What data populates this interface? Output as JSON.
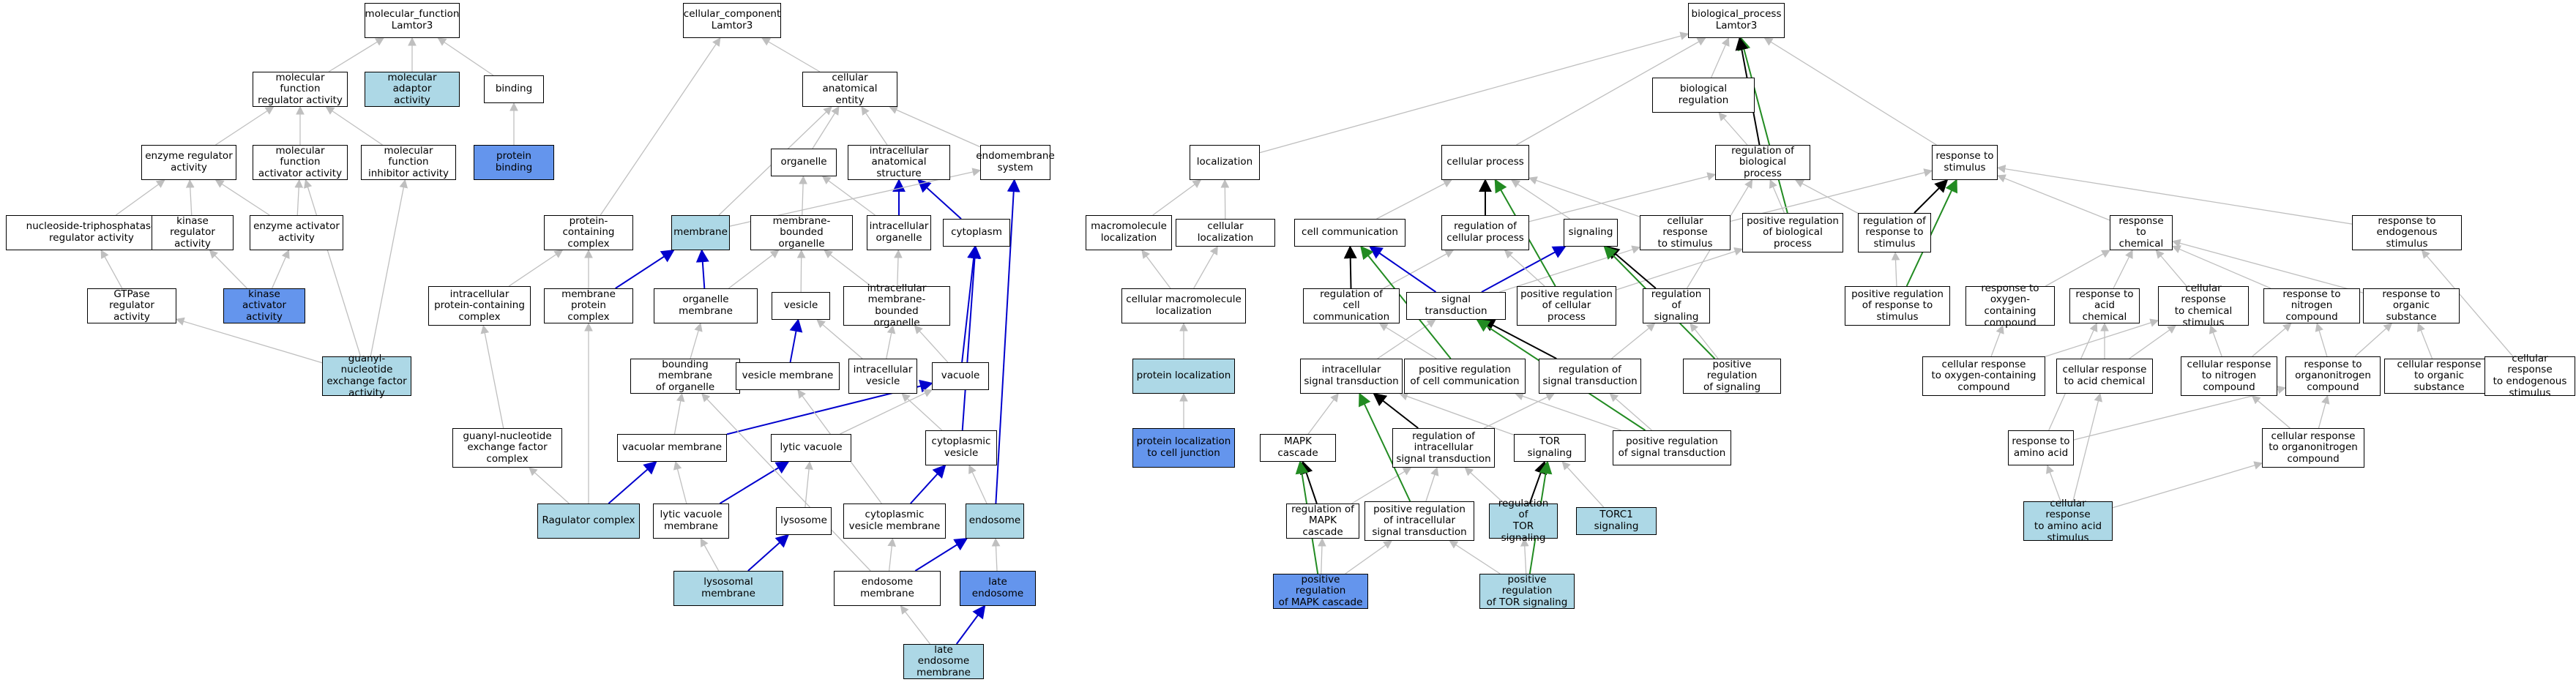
{
  "colors": {
    "white": "#ffffff",
    "light": "#add8e6",
    "blue": "#6495ed",
    "edge_gray": "#bfbfbf",
    "edge_blue": "#0000cd",
    "edge_green": "#228b22",
    "edge_black": "#000000"
  },
  "nodes": {
    "mf_root": {
      "label": "molecular_function\nLamtor3",
      "fill": "white"
    },
    "mf_reg": {
      "label": "molecular function\nregulator activity",
      "fill": "white"
    },
    "mol_adaptor": {
      "label": "molecular adaptor\nactivity",
      "fill": "light"
    },
    "binding": {
      "label": "binding",
      "fill": "white"
    },
    "protein_binding": {
      "label": "protein binding",
      "fill": "blue"
    },
    "enz_reg": {
      "label": "enzyme regulator\nactivity",
      "fill": "white"
    },
    "mf_act": {
      "label": "molecular function\nactivator activity",
      "fill": "white"
    },
    "mf_inh": {
      "label": "molecular function\ninhibitor activity",
      "fill": "white"
    },
    "ntp_reg": {
      "label": "nucleoside-triphosphatase\nregulator activity",
      "fill": "white"
    },
    "kin_reg": {
      "label": "kinase regulator\nactivity",
      "fill": "white"
    },
    "enz_act": {
      "label": "enzyme activator\nactivity",
      "fill": "white"
    },
    "gtpase_reg": {
      "label": "GTPase regulator\nactivity",
      "fill": "white"
    },
    "kin_act": {
      "label": "kinase activator\nactivity",
      "fill": "blue"
    },
    "gnef": {
      "label": "guanyl-nucleotide\nexchange factor\nactivity",
      "fill": "light"
    },
    "cc_root": {
      "label": "cellular_component\nLamtor3",
      "fill": "white"
    },
    "cae": {
      "label": "cellular anatomical\nentity",
      "fill": "white"
    },
    "organelle": {
      "label": "organelle",
      "fill": "white"
    },
    "ias": {
      "label": "intracellular\nanatomical structure",
      "fill": "white"
    },
    "endomem_sys": {
      "label": "endomembrane\nsystem",
      "fill": "white"
    },
    "prot_complex": {
      "label": "protein-containing\ncomplex",
      "fill": "white"
    },
    "membrane": {
      "label": "membrane",
      "fill": "light"
    },
    "mbo": {
      "label": "membrane-bounded\norganelle",
      "fill": "white"
    },
    "ic_org": {
      "label": "intracellular\norganelle",
      "fill": "white"
    },
    "cytoplasm": {
      "label": "cytoplasm",
      "fill": "white"
    },
    "ic_pcc": {
      "label": "intracellular\nprotein-containing\ncomplex",
      "fill": "white"
    },
    "mpc": {
      "label": "membrane protein\ncomplex",
      "fill": "white"
    },
    "org_mem": {
      "label": "organelle membrane",
      "fill": "white"
    },
    "vesicle": {
      "label": "vesicle",
      "fill": "white"
    },
    "imbo": {
      "label": "intracellular\nmembrane-bounded\norganelle",
      "fill": "white"
    },
    "bound_mem": {
      "label": "bounding membrane\nof organelle",
      "fill": "white"
    },
    "ves_mem": {
      "label": "vesicle membrane",
      "fill": "white"
    },
    "ic_ves": {
      "label": "intracellular\nvesicle",
      "fill": "white"
    },
    "vacuole": {
      "label": "vacuole",
      "fill": "white"
    },
    "gnef_complex": {
      "label": "guanyl-nucleotide\nexchange factor\ncomplex",
      "fill": "white"
    },
    "vac_mem": {
      "label": "vacuolar membrane",
      "fill": "white"
    },
    "lytic_vac": {
      "label": "lytic vacuole",
      "fill": "white"
    },
    "cyt_ves": {
      "label": "cytoplasmic\nvesicle",
      "fill": "white"
    },
    "ragulator": {
      "label": "Ragulator complex",
      "fill": "light"
    },
    "lytic_vac_mem": {
      "label": "lytic vacuole\nmembrane",
      "fill": "white"
    },
    "lysosome": {
      "label": "lysosome",
      "fill": "white"
    },
    "cyt_ves_mem": {
      "label": "cytoplasmic\nvesicle membrane",
      "fill": "white"
    },
    "endosome": {
      "label": "endosome",
      "fill": "light"
    },
    "lys_mem": {
      "label": "lysosomal membrane",
      "fill": "light"
    },
    "endo_mem": {
      "label": "endosome membrane",
      "fill": "white"
    },
    "late_endo": {
      "label": "late endosome",
      "fill": "blue"
    },
    "late_endo_mem": {
      "label": "late endosome\nmembrane",
      "fill": "light"
    },
    "localization": {
      "label": "localization",
      "fill": "white"
    },
    "macro_loc": {
      "label": "macromolecule\nlocalization",
      "fill": "white"
    },
    "cell_loc": {
      "label": "cellular localization",
      "fill": "white"
    },
    "cell_macro_loc": {
      "label": "cellular macromolecule\nlocalization",
      "fill": "white"
    },
    "prot_loc": {
      "label": "protein localization",
      "fill": "light"
    },
    "prot_loc_cj": {
      "label": "protein localization\nto cell junction",
      "fill": "blue"
    },
    "bp_root": {
      "label": "biological_process\nLamtor3",
      "fill": "white"
    },
    "bio_reg": {
      "label": "biological regulation",
      "fill": "white"
    },
    "cell_proc": {
      "label": "cellular process",
      "fill": "white"
    },
    "reg_bp": {
      "label": "regulation of\nbiological process",
      "fill": "white"
    },
    "resp_stim": {
      "label": "response to\nstimulus",
      "fill": "white"
    },
    "cell_comm": {
      "label": "cell communication",
      "fill": "white"
    },
    "reg_cp": {
      "label": "regulation of\ncellular process",
      "fill": "white"
    },
    "signaling": {
      "label": "signaling",
      "fill": "white"
    },
    "cell_resp_stim": {
      "label": "cellular response\nto stimulus",
      "fill": "white"
    },
    "pos_reg_bp": {
      "label": "positive regulation\nof biological\nprocess",
      "fill": "white"
    },
    "reg_resp_stim": {
      "label": "regulation of\nresponse to\nstimulus",
      "fill": "white"
    },
    "resp_chem": {
      "label": "response to\nchemical",
      "fill": "white"
    },
    "resp_endo_stim": {
      "label": "response to\nendogenous stimulus",
      "fill": "white"
    },
    "reg_cell_comm": {
      "label": "regulation of\ncell communication",
      "fill": "white"
    },
    "sig_trans": {
      "label": "signal transduction",
      "fill": "white"
    },
    "pos_reg_cp": {
      "label": "positive regulation\nof cellular\nprocess",
      "fill": "white"
    },
    "reg_sig": {
      "label": "regulation of\nsignaling",
      "fill": "white"
    },
    "pos_reg_resp_stim": {
      "label": "positive regulation\nof response to\nstimulus",
      "fill": "white"
    },
    "resp_ocomp": {
      "label": "response to\noxygen-containing\ncompound",
      "fill": "white"
    },
    "resp_acid": {
      "label": "response to\nacid chemical",
      "fill": "white"
    },
    "cell_resp_chem": {
      "label": "cellular response\nto chemical\nstimulus",
      "fill": "white"
    },
    "resp_ncomp": {
      "label": "response to\nnitrogen compound",
      "fill": "white"
    },
    "resp_org_sub": {
      "label": "response to\norganic substance",
      "fill": "white"
    },
    "ic_sig_trans": {
      "label": "intracellular\nsignal transduction",
      "fill": "white"
    },
    "pos_reg_cell_comm": {
      "label": "positive regulation\nof cell communication",
      "fill": "white"
    },
    "reg_sig_trans": {
      "label": "regulation of\nsignal transduction",
      "fill": "white"
    },
    "pos_reg_sig": {
      "label": "positive regulation\nof signaling",
      "fill": "white"
    },
    "cell_resp_ocomp": {
      "label": "cellular response\nto oxygen-containing\ncompound",
      "fill": "white"
    },
    "cell_resp_acid": {
      "label": "cellular response\nto acid chemical",
      "fill": "white"
    },
    "cell_resp_ncomp": {
      "label": "cellular response\nto nitrogen\ncompound",
      "fill": "white"
    },
    "resp_orgn_comp": {
      "label": "response to\norganonitrogen\ncompound",
      "fill": "white"
    },
    "cell_resp_org_sub": {
      "label": "cellular response\nto organic substance",
      "fill": "white"
    },
    "cell_resp_endo": {
      "label": "cellular response\nto endogenous\nstimulus",
      "fill": "white"
    },
    "mapk": {
      "label": "MAPK cascade",
      "fill": "white"
    },
    "reg_ic_sig": {
      "label": "regulation of\nintracellular\nsignal transduction",
      "fill": "white"
    },
    "tor_sig": {
      "label": "TOR signaling",
      "fill": "white"
    },
    "pos_reg_sig_trans": {
      "label": "positive regulation\nof signal transduction",
      "fill": "white"
    },
    "resp_aa": {
      "label": "response to\namino acid",
      "fill": "white"
    },
    "cell_resp_orgn": {
      "label": "cellular response\nto organonitrogen\ncompound",
      "fill": "white"
    },
    "reg_mapk": {
      "label": "regulation of\nMAPK cascade",
      "fill": "white"
    },
    "pos_reg_ic_sig": {
      "label": "positive regulation\nof intracellular\nsignal transduction",
      "fill": "white"
    },
    "reg_tor": {
      "label": "regulation of\nTOR signaling",
      "fill": "light"
    },
    "torc1": {
      "label": "TORC1 signaling",
      "fill": "light"
    },
    "cell_resp_aa": {
      "label": "cellular response\nto amino acid\nstimulus",
      "fill": "light"
    },
    "pos_reg_mapk": {
      "label": "positive regulation\nof MAPK cascade",
      "fill": "blue"
    },
    "pos_reg_tor": {
      "label": "positive regulation\nof TOR signaling",
      "fill": "light"
    }
  },
  "edges": [
    [
      "mf_reg",
      "mf_root",
      "gray"
    ],
    [
      "mol_adaptor",
      "mf_root",
      "gray"
    ],
    [
      "binding",
      "mf_root",
      "gray"
    ],
    [
      "protein_binding",
      "binding",
      "gray"
    ],
    [
      "enz_reg",
      "mf_reg",
      "gray"
    ],
    [
      "mf_act",
      "mf_reg",
      "gray"
    ],
    [
      "mf_inh",
      "mf_reg",
      "gray"
    ],
    [
      "ntp_reg",
      "enz_reg",
      "gray"
    ],
    [
      "kin_reg",
      "enz_reg",
      "gray"
    ],
    [
      "enz_act",
      "enz_reg",
      "gray"
    ],
    [
      "enz_act",
      "mf_act",
      "gray"
    ],
    [
      "gtpase_reg",
      "ntp_reg",
      "gray"
    ],
    [
      "kin_act",
      "kin_reg",
      "gray"
    ],
    [
      "kin_act",
      "enz_act",
      "gray"
    ],
    [
      "gnef",
      "gtpase_reg",
      "gray"
    ],
    [
      "gnef",
      "mf_act",
      "gray"
    ],
    [
      "gnef",
      "mf_inh",
      "gray"
    ],
    [
      "cae",
      "cc_root",
      "gray"
    ],
    [
      "prot_complex",
      "cc_root",
      "gray"
    ],
    [
      "endomem_sys",
      "cae",
      "gray"
    ],
    [
      "organelle",
      "cae",
      "gray"
    ],
    [
      "ias",
      "cae",
      "gray"
    ],
    [
      "membrane",
      "cae",
      "gray"
    ],
    [
      "mbo",
      "organelle",
      "gray"
    ],
    [
      "ic_org",
      "organelle",
      "gray"
    ],
    [
      "ic_org",
      "ias",
      "blue"
    ],
    [
      "cytoplasm",
      "ias",
      "blue"
    ],
    [
      "membrane",
      "endomem_sys",
      "gray"
    ],
    [
      "ic_pcc",
      "prot_complex",
      "gray"
    ],
    [
      "mpc",
      "prot_complex",
      "gray"
    ],
    [
      "mpc",
      "membrane",
      "blue"
    ],
    [
      "org_mem",
      "membrane",
      "blue"
    ],
    [
      "org_mem",
      "mbo",
      "gray"
    ],
    [
      "vesicle",
      "mbo",
      "gray"
    ],
    [
      "imbo",
      "mbo",
      "gray"
    ],
    [
      "imbo",
      "ic_org",
      "gray"
    ],
    [
      "bound_mem",
      "org_mem",
      "gray"
    ],
    [
      "ves_mem",
      "vesicle",
      "blue"
    ],
    [
      "ic_ves",
      "vesicle",
      "gray"
    ],
    [
      "ic_ves",
      "imbo",
      "gray"
    ],
    [
      "vacuole",
      "imbo",
      "gray"
    ],
    [
      "vacuole",
      "cytoplasm",
      "blue"
    ],
    [
      "gnef_complex",
      "ic_pcc",
      "gray"
    ],
    [
      "vac_mem",
      "bound_mem",
      "gray"
    ],
    [
      "vac_mem",
      "vacuole",
      "blue"
    ],
    [
      "lytic_vac",
      "vacuole",
      "gray"
    ],
    [
      "cyt_ves",
      "ic_ves",
      "gray"
    ],
    [
      "cyt_ves",
      "cytoplasm",
      "blue"
    ],
    [
      "ragulator",
      "gnef_complex",
      "gray"
    ],
    [
      "ragulator",
      "mpc",
      "gray"
    ],
    [
      "ragulator",
      "vac_mem",
      "blue"
    ],
    [
      "lytic_vac_mem",
      "vac_mem",
      "gray"
    ],
    [
      "lytic_vac_mem",
      "lytic_vac",
      "blue"
    ],
    [
      "lysosome",
      "lytic_vac",
      "gray"
    ],
    [
      "cyt_ves_mem",
      "ves_mem",
      "gray"
    ],
    [
      "cyt_ves_mem",
      "cyt_ves",
      "blue"
    ],
    [
      "endosome",
      "cyt_ves",
      "gray"
    ],
    [
      "endosome",
      "endomem_sys",
      "blue"
    ],
    [
      "lys_mem",
      "lytic_vac_mem",
      "gray"
    ],
    [
      "lys_mem",
      "lysosome",
      "blue"
    ],
    [
      "endo_mem",
      "cyt_ves_mem",
      "gray"
    ],
    [
      "endo_mem",
      "endosome",
      "blue"
    ],
    [
      "endo_mem",
      "bound_mem",
      "gray"
    ],
    [
      "late_endo",
      "endosome",
      "gray"
    ],
    [
      "late_endo_mem",
      "endo_mem",
      "gray"
    ],
    [
      "late_endo_mem",
      "late_endo",
      "blue"
    ],
    [
      "localization",
      "bp_root",
      "gray"
    ],
    [
      "macro_loc",
      "localization",
      "gray"
    ],
    [
      "cell_loc",
      "localization",
      "gray"
    ],
    [
      "cell_macro_loc",
      "macro_loc",
      "gray"
    ],
    [
      "cell_macro_loc",
      "cell_loc",
      "gray"
    ],
    [
      "prot_loc",
      "cell_macro_loc",
      "gray"
    ],
    [
      "prot_loc_cj",
      "prot_loc",
      "gray"
    ],
    [
      "bio_reg",
      "bp_root",
      "gray"
    ],
    [
      "cell_proc",
      "bp_root",
      "gray"
    ],
    [
      "reg_bp",
      "bio_reg",
      "gray"
    ],
    [
      "resp_stim",
      "bp_root",
      "gray"
    ],
    [
      "pos_reg_bp",
      "bp_root",
      "green"
    ],
    [
      "reg_bp",
      "bp_root",
      "black"
    ],
    [
      "cell_comm",
      "cell_proc",
      "gray"
    ],
    [
      "reg_cp",
      "cell_proc",
      "black"
    ],
    [
      "reg_cp",
      "reg_bp",
      "gray"
    ],
    [
      "signaling",
      "cell_proc",
      "gray"
    ],
    [
      "cell_resp_stim",
      "cell_proc",
      "gray"
    ],
    [
      "cell_resp_stim",
      "resp_stim",
      "gray"
    ],
    [
      "pos_reg_bp",
      "reg_bp",
      "gray"
    ],
    [
      "reg_resp_stim",
      "reg_bp",
      "gray"
    ],
    [
      "reg_resp_stim",
      "resp_stim",
      "black"
    ],
    [
      "resp_chem",
      "resp_stim",
      "gray"
    ],
    [
      "resp_endo_stim",
      "resp_stim",
      "gray"
    ],
    [
      "reg_cell_comm",
      "cell_comm",
      "black"
    ],
    [
      "reg_cell_comm",
      "reg_cp",
      "gray"
    ],
    [
      "sig_trans",
      "cell_comm",
      "blue"
    ],
    [
      "sig_trans",
      "signaling",
      "blue"
    ],
    [
      "sig_trans",
      "cell_resp_stim",
      "gray"
    ],
    [
      "pos_reg_cp",
      "reg_cp",
      "gray"
    ],
    [
      "pos_reg_cp",
      "pos_reg_bp",
      "gray"
    ],
    [
      "pos_reg_cp",
      "cell_proc",
      "green"
    ],
    [
      "reg_sig",
      "signaling",
      "black"
    ],
    [
      "reg_sig",
      "reg_bp",
      "gray"
    ],
    [
      "pos_reg_resp_stim",
      "reg_resp_stim",
      "gray"
    ],
    [
      "pos_reg_resp_stim",
      "resp_stim",
      "green"
    ],
    [
      "resp_ocomp",
      "resp_chem",
      "gray"
    ],
    [
      "resp_acid",
      "resp_chem",
      "gray"
    ],
    [
      "cell_resp_chem",
      "resp_chem",
      "gray"
    ],
    [
      "resp_ncomp",
      "resp_chem",
      "gray"
    ],
    [
      "resp_org_sub",
      "resp_chem",
      "gray"
    ],
    [
      "ic_sig_trans",
      "sig_trans",
      "gray"
    ],
    [
      "pos_reg_cell_comm",
      "reg_cell_comm",
      "gray"
    ],
    [
      "pos_reg_cell_comm",
      "cell_comm",
      "green"
    ],
    [
      "reg_sig_trans",
      "sig_trans",
      "black"
    ],
    [
      "reg_sig_trans",
      "reg_sig",
      "gray"
    ],
    [
      "pos_reg_sig",
      "reg_sig",
      "gray"
    ],
    [
      "pos_reg_sig",
      "signaling",
      "green"
    ],
    [
      "cell_resp_ocomp",
      "resp_ocomp",
      "gray"
    ],
    [
      "cell_resp_ocomp",
      "cell_resp_chem",
      "gray"
    ],
    [
      "cell_resp_acid",
      "resp_acid",
      "gray"
    ],
    [
      "cell_resp_acid",
      "cell_resp_chem",
      "gray"
    ],
    [
      "cell_resp_ncomp",
      "resp_ncomp",
      "gray"
    ],
    [
      "cell_resp_ncomp",
      "cell_resp_chem",
      "gray"
    ],
    [
      "resp_orgn_comp",
      "resp_ncomp",
      "gray"
    ],
    [
      "resp_orgn_comp",
      "resp_org_sub",
      "gray"
    ],
    [
      "cell_resp_org_sub",
      "resp_org_sub",
      "gray"
    ],
    [
      "cell_resp_endo",
      "resp_endo_stim",
      "gray"
    ],
    [
      "mapk",
      "ic_sig_trans",
      "gray"
    ],
    [
      "reg_ic_sig",
      "ic_sig_trans",
      "black"
    ],
    [
      "reg_ic_sig",
      "reg_sig_trans",
      "gray"
    ],
    [
      "tor_sig",
      "ic_sig_trans",
      "gray"
    ],
    [
      "pos_reg_sig_trans",
      "reg_sig_trans",
      "gray"
    ],
    [
      "pos_reg_sig_trans",
      "sig_trans",
      "green"
    ],
    [
      "pos_reg_sig_trans",
      "pos_reg_cell_comm",
      "gray"
    ],
    [
      "resp_aa",
      "resp_acid",
      "gray"
    ],
    [
      "resp_aa",
      "resp_orgn_comp",
      "gray"
    ],
    [
      "cell_resp_orgn",
      "cell_resp_ncomp",
      "gray"
    ],
    [
      "cell_resp_orgn",
      "resp_orgn_comp",
      "gray"
    ],
    [
      "reg_mapk",
      "mapk",
      "black"
    ],
    [
      "reg_mapk",
      "reg_ic_sig",
      "gray"
    ],
    [
      "pos_reg_ic_sig",
      "reg_ic_sig",
      "gray"
    ],
    [
      "pos_reg_ic_sig",
      "ic_sig_trans",
      "green"
    ],
    [
      "reg_tor",
      "tor_sig",
      "black"
    ],
    [
      "reg_tor",
      "reg_ic_sig",
      "gray"
    ],
    [
      "torc1",
      "tor_sig",
      "gray"
    ],
    [
      "cell_resp_aa",
      "resp_aa",
      "gray"
    ],
    [
      "cell_resp_aa",
      "cell_resp_orgn",
      "gray"
    ],
    [
      "cell_resp_aa",
      "cell_resp_acid",
      "gray"
    ],
    [
      "pos_reg_mapk",
      "reg_mapk",
      "gray"
    ],
    [
      "pos_reg_mapk",
      "mapk",
      "green"
    ],
    [
      "pos_reg_mapk",
      "pos_reg_ic_sig",
      "gray"
    ],
    [
      "pos_reg_tor",
      "reg_tor",
      "gray"
    ],
    [
      "pos_reg_tor",
      "tor_sig",
      "green"
    ],
    [
      "pos_reg_tor",
      "pos_reg_ic_sig",
      "gray"
    ]
  ]
}
